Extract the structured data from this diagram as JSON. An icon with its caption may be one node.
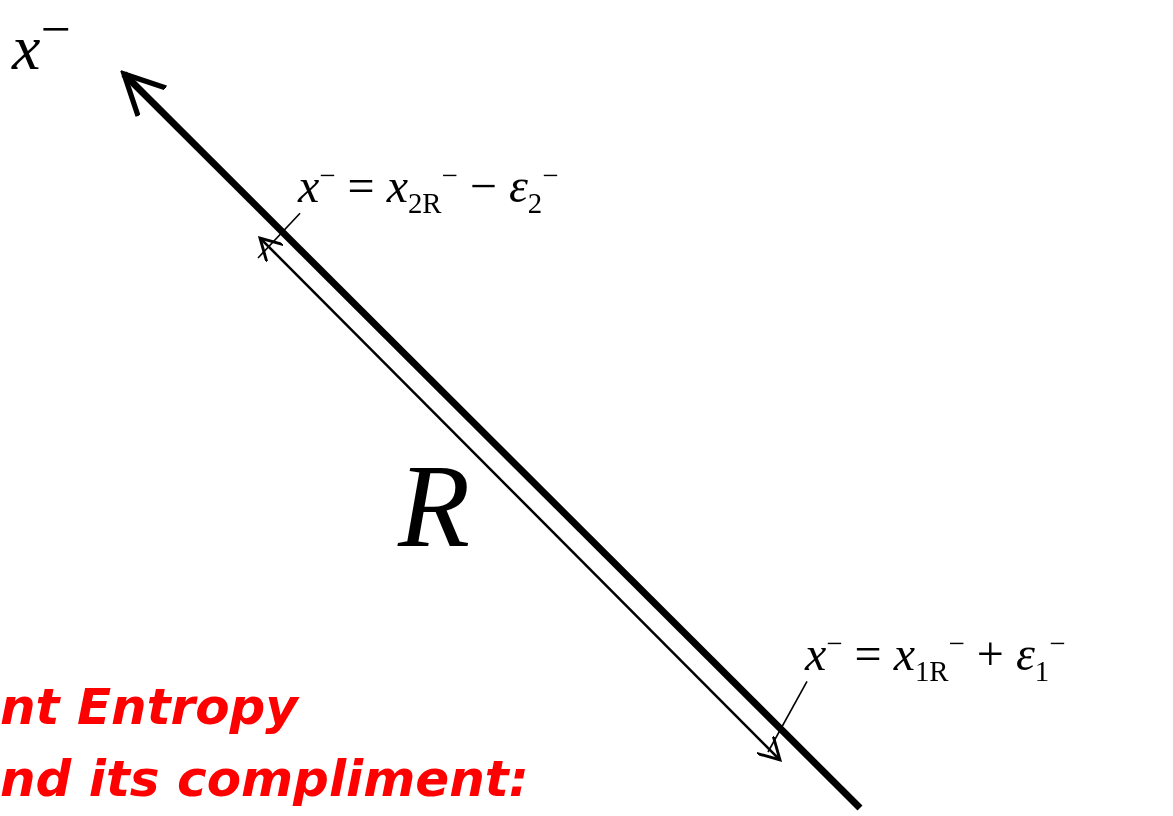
{
  "diagram": {
    "nodes": [
      {
        "text": [
          "*x*$^{−}$ = *x*$_{2R}$$^{−}$ − *ε*$_{2}$$^{−}$"
        ]
      },
      {
        "text": [
          "*x*$^{−}$ = *x*$_{1R}$$^{−}$ + *ε*$_{1}$$^{−}$"
        ]
      }
    ],
    "edges": [
      {
        "from": 0,
        "to": null,
        "arrow": "none"
      },
      {
        "from": 1,
        "to": null,
        "arrow": "none"
      }
    ],
    "labels": [
      "*x*$^{−}$",
      "R",
      "nt Entropy",
      "nd its compliment:"
    ]
  }
}
